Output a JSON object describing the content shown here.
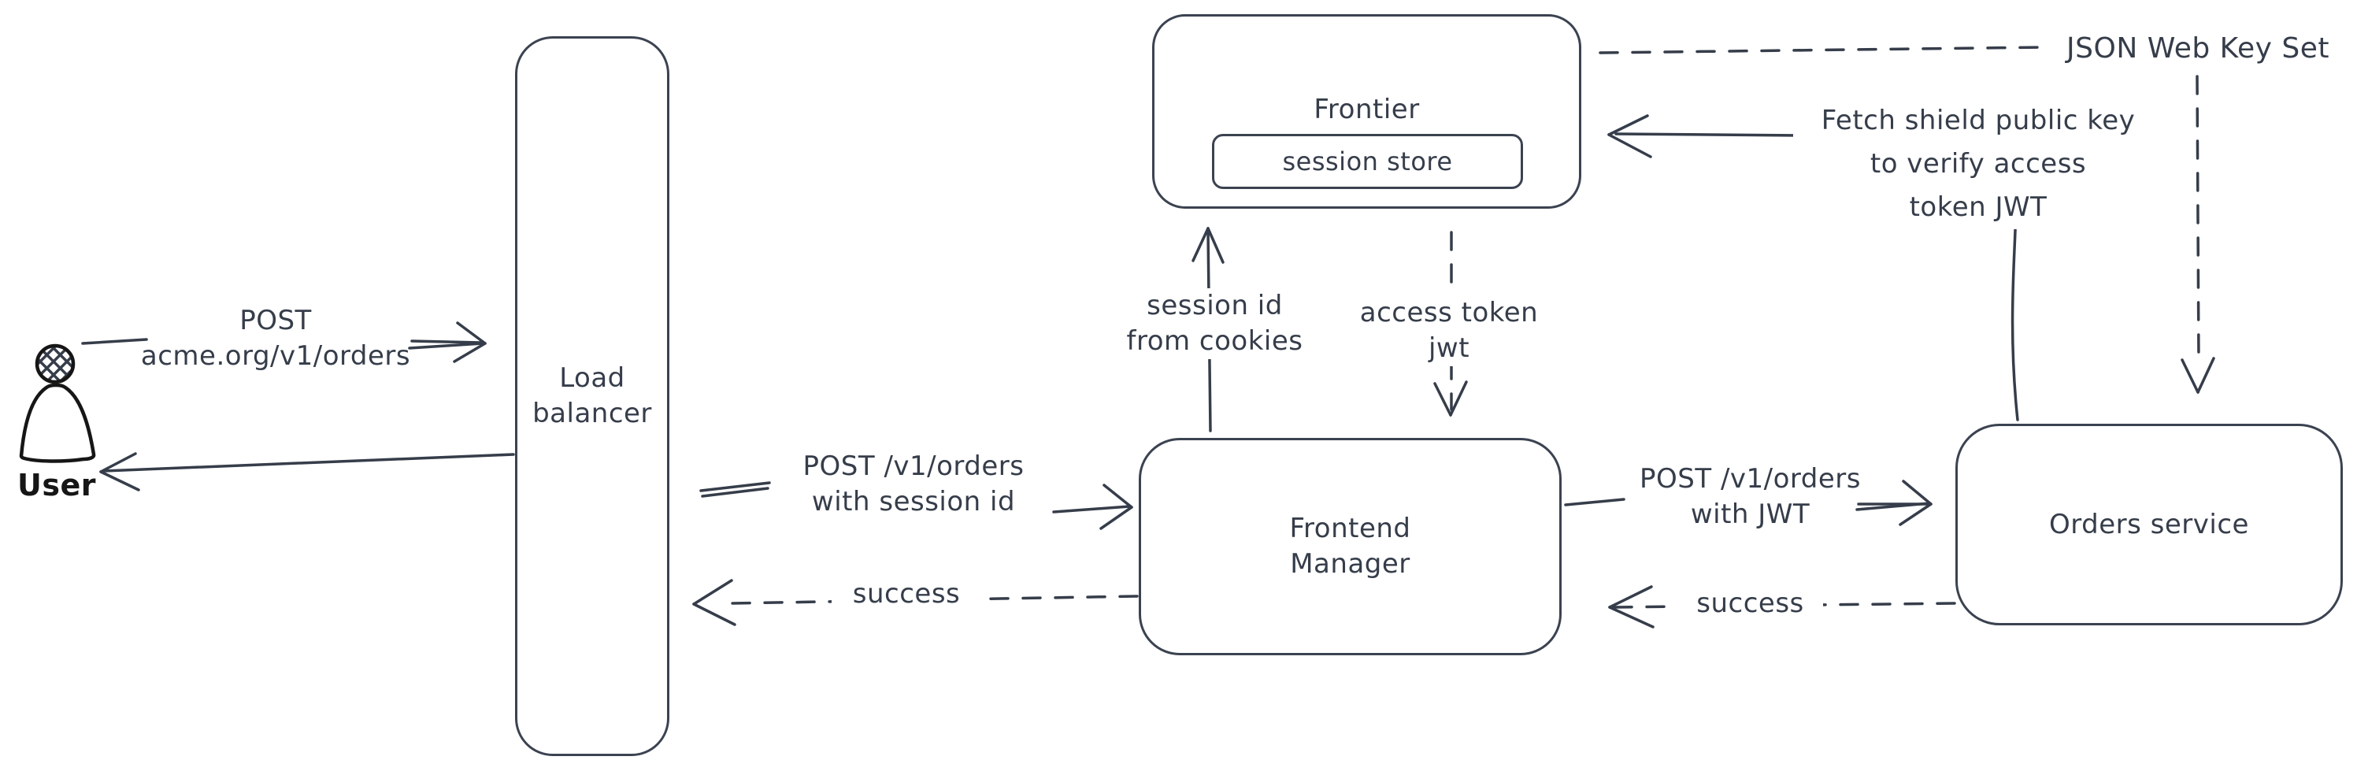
{
  "colors": {
    "stroke": "#3b4250",
    "text": "#363d4a",
    "user_outline": "#161616",
    "user_hatch": "#c9d2dc",
    "background": "#ffffff"
  },
  "nodes": {
    "user": {
      "label": "User"
    },
    "load_balancer": {
      "label": "Load\nbalancer"
    },
    "frontier": {
      "label": "Frontier"
    },
    "session_store": {
      "label": "session store"
    },
    "frontend_manager": {
      "label": "Frontend\nManager"
    },
    "orders_service": {
      "label": "Orders service"
    }
  },
  "edges": {
    "user_to_lb": {
      "label": "POST\nacme.org/v1/orders",
      "style": "solid"
    },
    "lb_to_fm": {
      "label": "POST /v1/orders\nwith session id",
      "style": "solid"
    },
    "fm_to_lb_success": {
      "label": "success",
      "style": "dashed"
    },
    "fm_to_frontier": {
      "label": "session id\nfrom cookies",
      "style": "solid"
    },
    "frontier_to_fm": {
      "label": "access token\njwt",
      "style": "dashed"
    },
    "fm_to_orders": {
      "label": "POST /v1/orders\nwith JWT",
      "style": "solid"
    },
    "orders_to_fm_success": {
      "label": "success",
      "style": "dashed"
    },
    "orders_to_frontier": {
      "label": "Fetch shield public key\nto verify access\ntoken JWT",
      "style": "solid"
    },
    "frontier_to_jwks": {
      "label": "JSON Web Key Set",
      "style": "dashed"
    }
  }
}
